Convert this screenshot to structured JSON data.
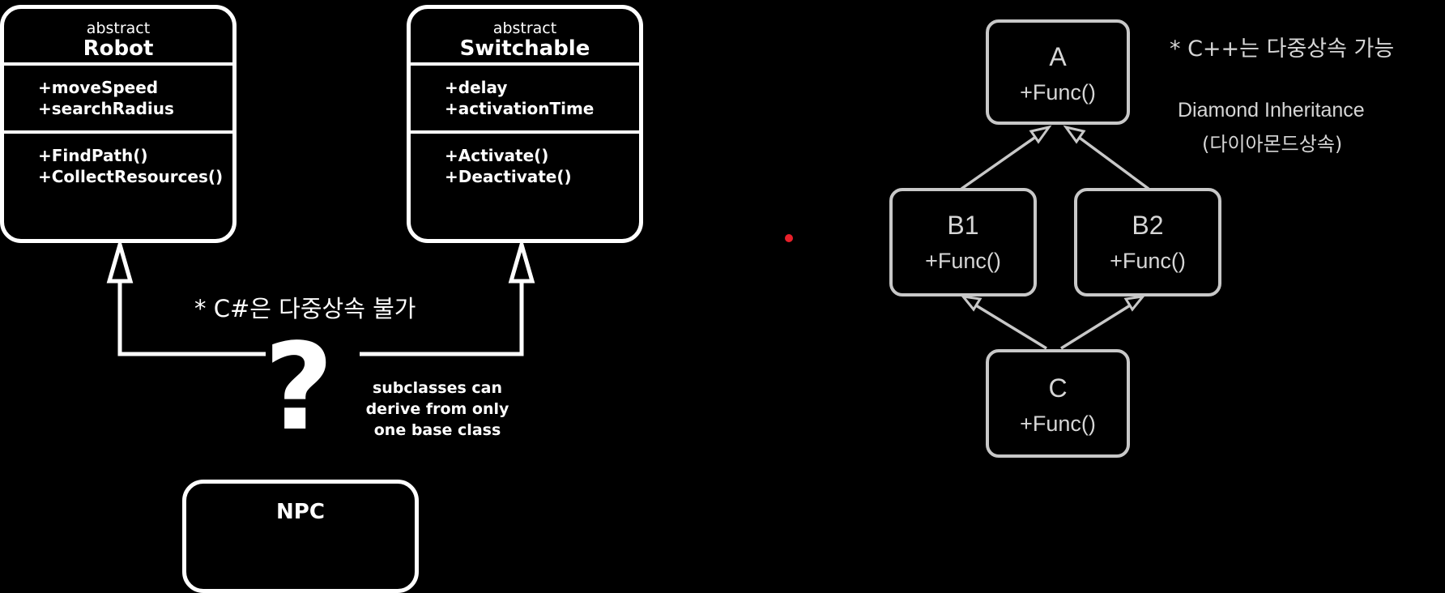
{
  "left_diagram": {
    "robot": {
      "stereotype": "abstract",
      "name": "Robot",
      "attributes": [
        "+moveSpeed",
        "+searchRadius"
      ],
      "methods": [
        "+FindPath()",
        "+CollectResources()"
      ]
    },
    "switchable": {
      "stereotype": "abstract",
      "name": "Switchable",
      "attributes": [
        "+delay",
        "+activationTime"
      ],
      "methods": [
        "+Activate()",
        "+Deactivate()"
      ]
    },
    "npc": {
      "name": "NPC"
    },
    "question_mark": "?",
    "note_csharp": "* C#은 다중상속 불가",
    "note_subclasses": [
      "subclasses can",
      "derive from only",
      "one base class"
    ]
  },
  "right_diagram": {
    "boxes": {
      "a": {
        "name": "A",
        "func": "+Func()"
      },
      "b1": {
        "name": "B1",
        "func": "+Func()"
      },
      "b2": {
        "name": "B2",
        "func": "+Func()"
      },
      "c": {
        "name": "C",
        "func": "+Func()"
      }
    },
    "note_cpp": "* C++는 다중상속 가능",
    "diamond_title": "Diamond Inheritance",
    "diamond_subtitle": "(다이아몬드상속)"
  },
  "colors": {
    "background": "#000000",
    "left_lines": "#ffffff",
    "right_lines": "#c8c8c8",
    "pointer_dot": "#e8202a"
  }
}
